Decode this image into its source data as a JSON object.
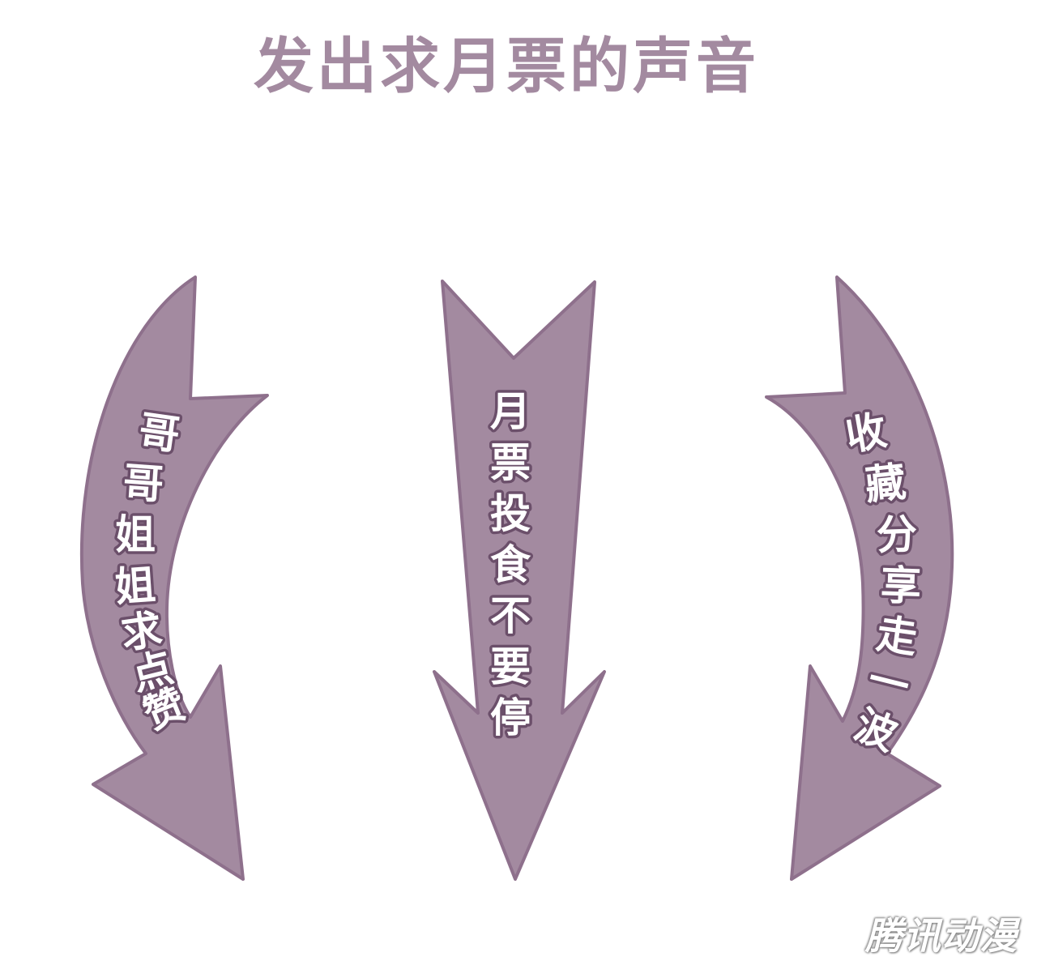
{
  "title": "发出求月票的声音",
  "colors": {
    "arrow_fill": "#a38aa0",
    "arrow_stroke": "#8e708c",
    "text_outline": "#6b4f6a",
    "background": "#ffffff"
  },
  "arrows": [
    {
      "id": "left",
      "chars": [
        "哥",
        "哥",
        "姐",
        "姐",
        "求",
        "点",
        "赞"
      ]
    },
    {
      "id": "center",
      "chars": [
        "月",
        "票",
        "投",
        "食",
        "不",
        "要",
        "停"
      ]
    },
    {
      "id": "right",
      "chars": [
        "收",
        "藏",
        "分",
        "享",
        "走",
        "一",
        "波"
      ]
    }
  ],
  "watermark": "腾讯动漫"
}
